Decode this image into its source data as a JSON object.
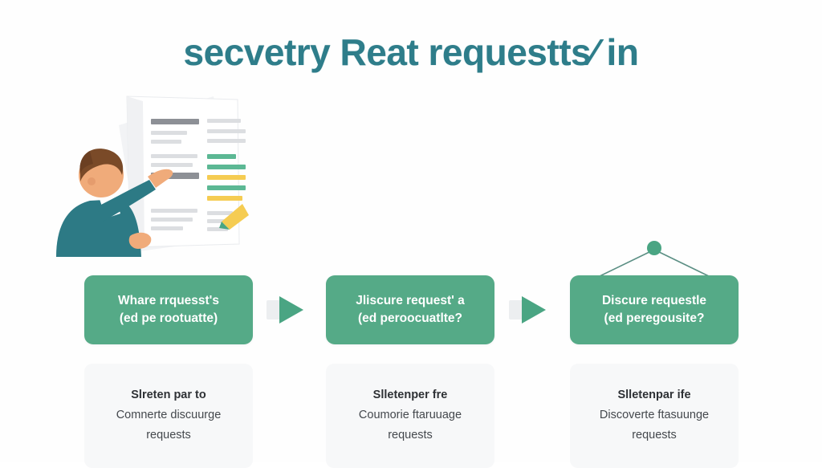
{
  "page": {
    "title": "secvetry Reat requestts⁄ in",
    "background_color": "#fefefe",
    "title_color": "#2e7d8a"
  },
  "illustration": {
    "name": "person-pointing-at-document",
    "description": "Man in teal sweater pointing at a document sheet with highlighted text lines",
    "colors": {
      "sweater": "#2d7a85",
      "hair": "#7a4a28",
      "skin": "#f0ab7a",
      "paper": "#ffffff",
      "paper_shadow": "#e8eaec",
      "text_line_gray": "#dcdee1",
      "heading_bar_dark": "#8d9096",
      "highlight_green": "#5cb894",
      "highlight_yellow": "#f5cc52",
      "marker_body": "#f5cc52",
      "marker_tip": "#4aa583"
    }
  },
  "flow": {
    "accent_color": "#55aa87",
    "arrow_color": "#4aa583",
    "arrow_square_color": "#eceef0",
    "connector_dot_color": "#4aa583",
    "steps": [
      {
        "id": "step-1",
        "line1": "Whare rrquesst's",
        "line2": "(ed pe rootuatte)"
      },
      {
        "id": "step-2",
        "line1": "Jliscure request' a",
        "line2": "(ed peroocuatlte?"
      },
      {
        "id": "step-3",
        "line1": "Discure requestle",
        "line2": "(ed peregousite?"
      }
    ]
  },
  "captions": {
    "card_background": "#f7f8f9",
    "items": [
      {
        "id": "caption-1",
        "line1": "Slreten par to",
        "line2": "Comnerte discuurge",
        "line3": "requests"
      },
      {
        "id": "caption-2",
        "line1": "Slletenper fre",
        "line2": "Coumorie ftaruuage",
        "line3": "requests"
      },
      {
        "id": "caption-3",
        "line1": "Slletenpar ife",
        "line2": "Discoverte ftasuunge",
        "line3": "requests"
      }
    ]
  }
}
